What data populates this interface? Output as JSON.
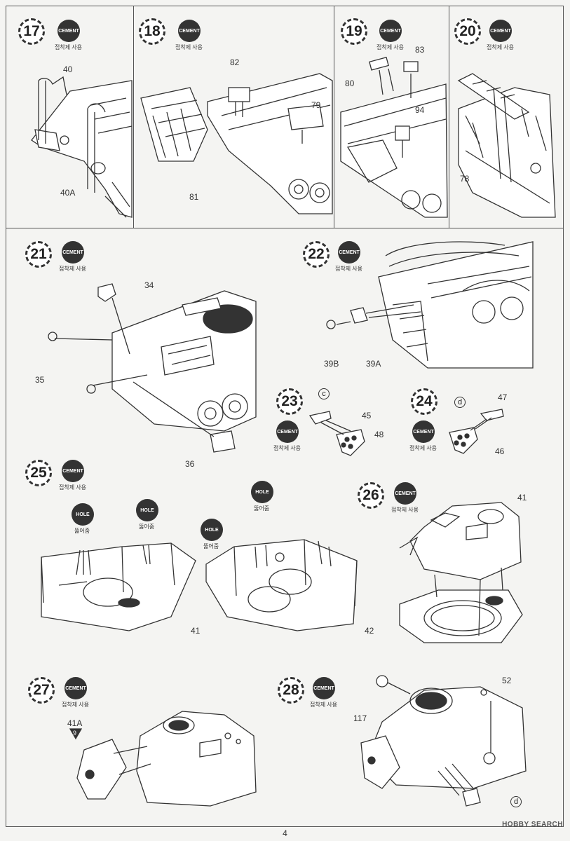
{
  "page_number": "4",
  "watermark": "HOBBY SEARCH",
  "cement_badge": "CEMENT",
  "cement_caption": "접착제 사용",
  "hole_badge": "HOLE",
  "hole_caption": "뚫어줌",
  "steps": [
    {
      "number": "17",
      "labels": [
        "40",
        "40A"
      ]
    },
    {
      "number": "18",
      "labels": [
        "82",
        "79",
        "81"
      ]
    },
    {
      "number": "19",
      "labels": [
        "83",
        "80",
        "94"
      ]
    },
    {
      "number": "20",
      "labels": [
        "78"
      ]
    },
    {
      "number": "21",
      "labels": [
        "34",
        "35",
        "36"
      ]
    },
    {
      "number": "22",
      "labels": [
        "39B",
        "39A"
      ]
    },
    {
      "number": "23",
      "sub": "c",
      "labels": [
        "45",
        "48"
      ]
    },
    {
      "number": "24",
      "sub": "d",
      "labels": [
        "47",
        "46"
      ]
    },
    {
      "number": "25",
      "labels": [
        "41"
      ]
    },
    {
      "number": "26",
      "labels": [
        "41",
        "42"
      ]
    },
    {
      "number": "27",
      "labels": [
        "41A",
        "9"
      ]
    },
    {
      "number": "28",
      "sub": "d",
      "labels": [
        "52",
        "117"
      ]
    }
  ]
}
